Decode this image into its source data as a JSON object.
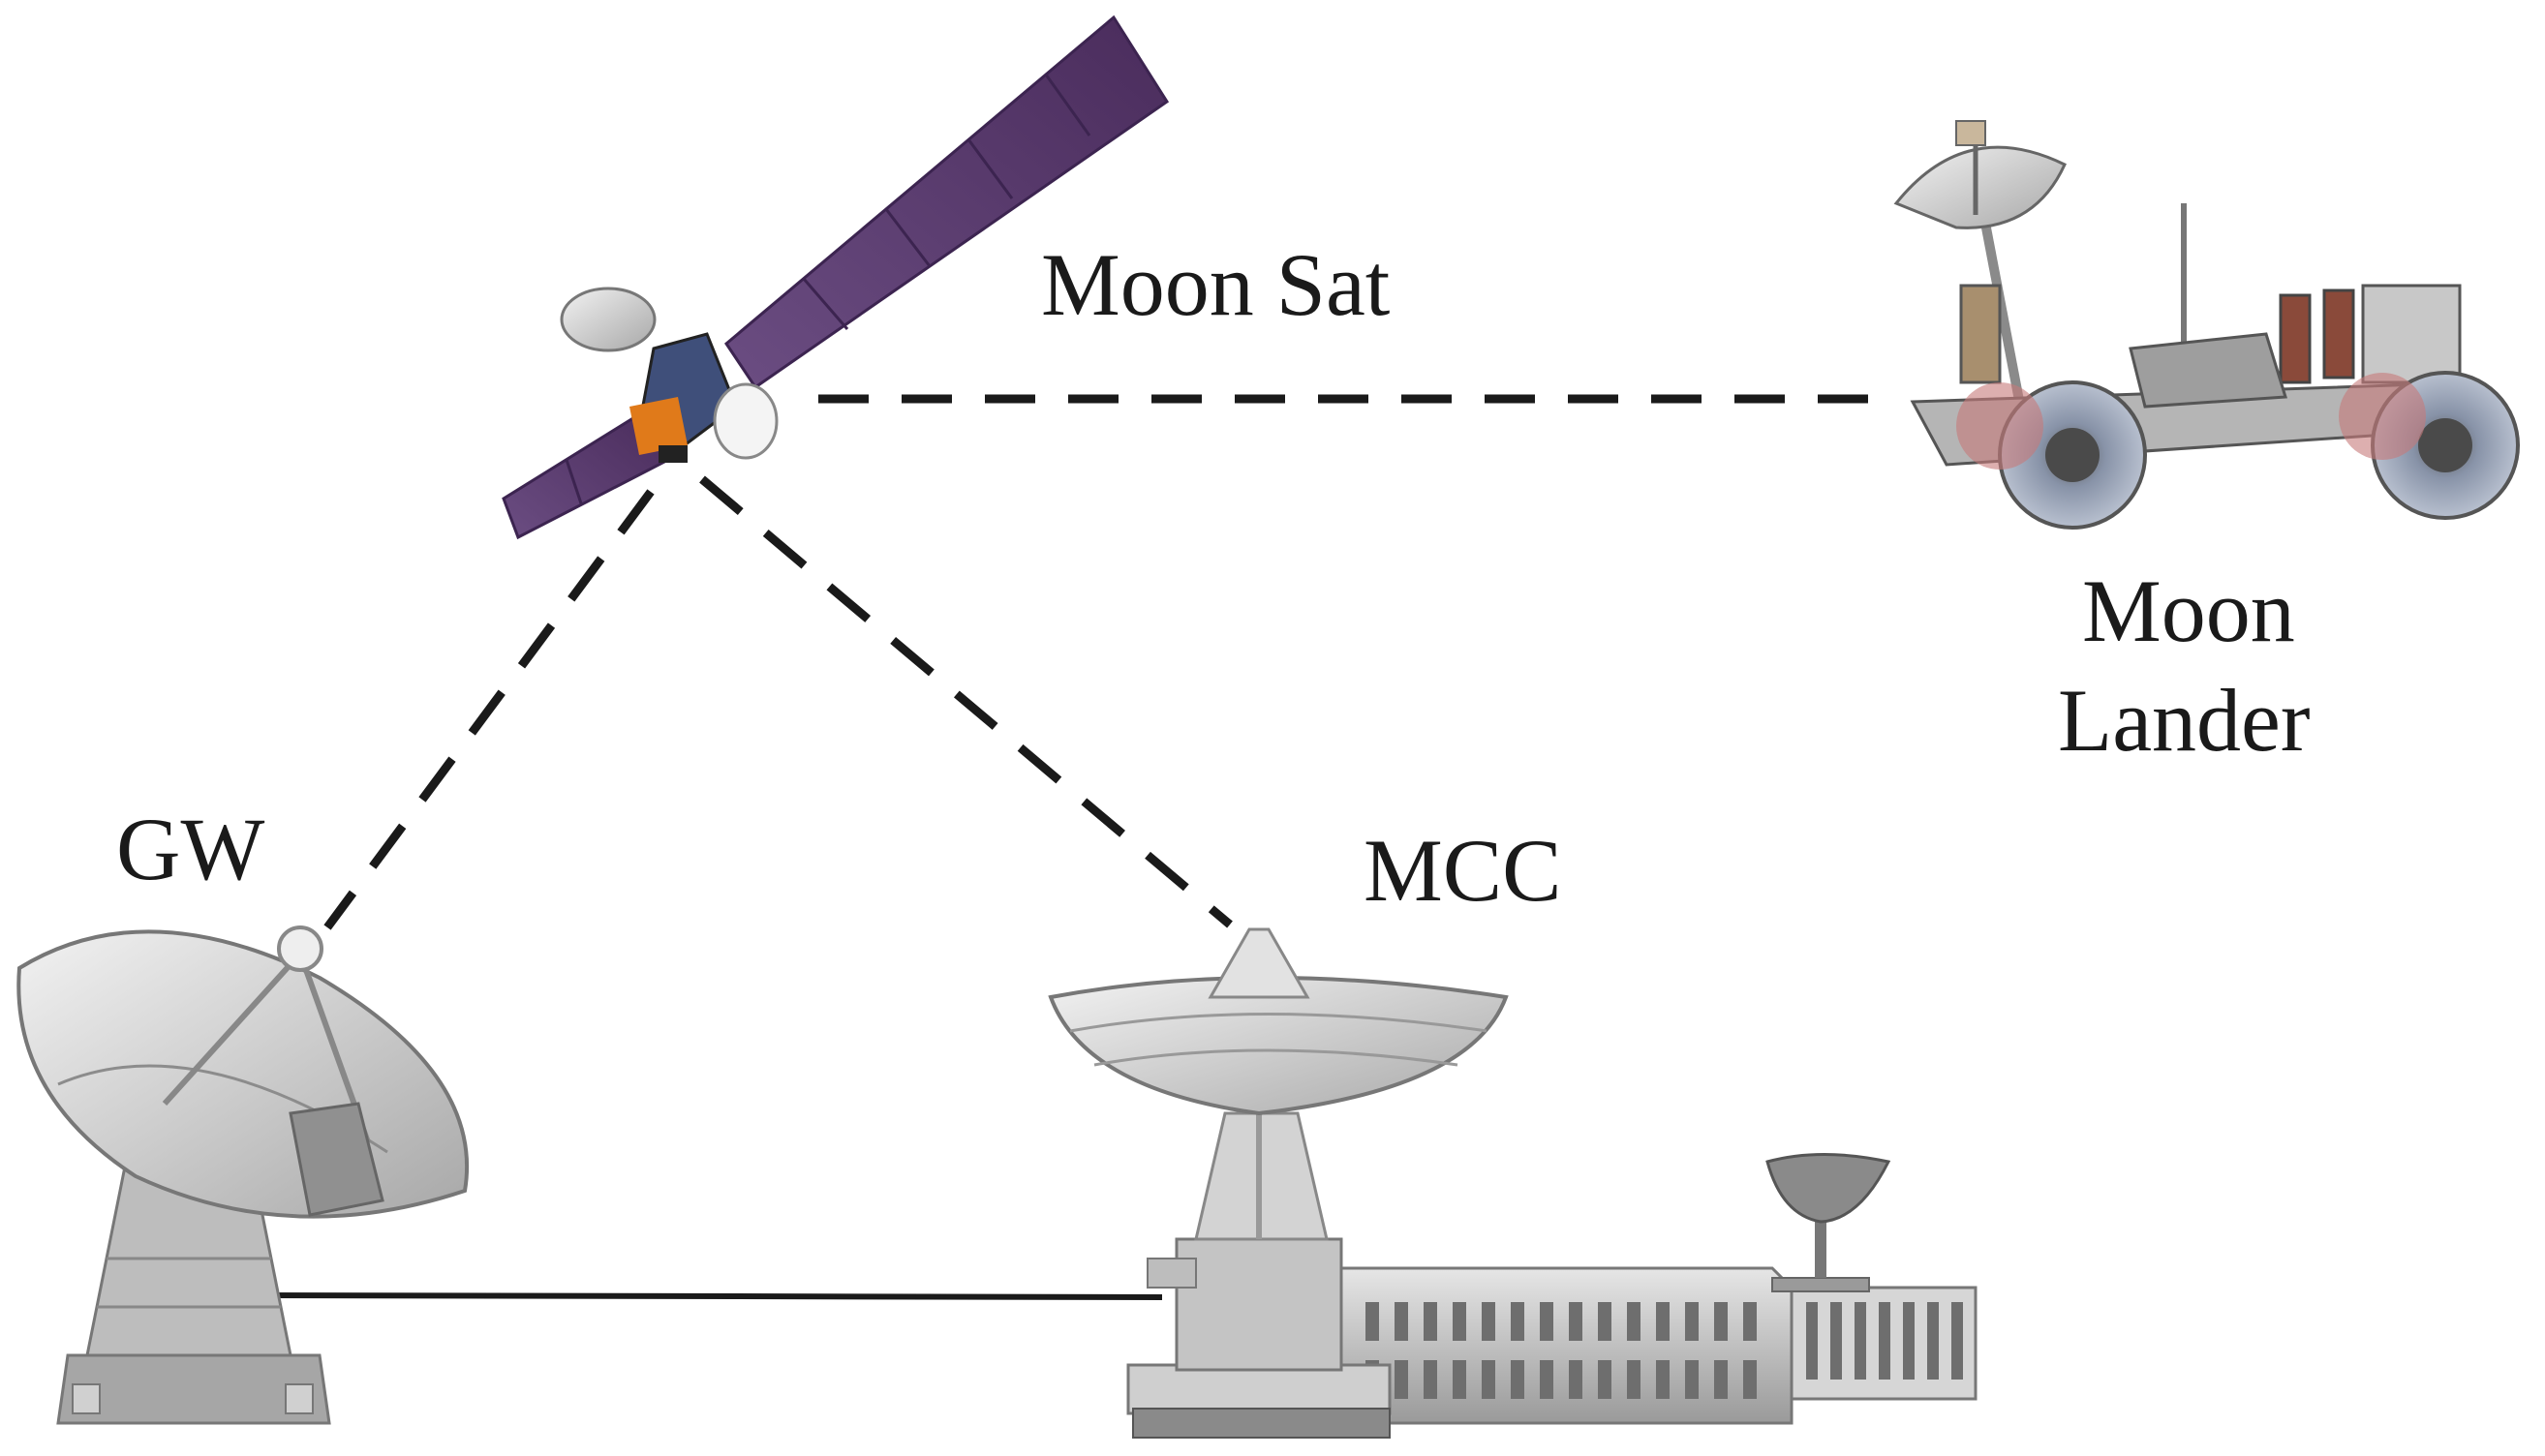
{
  "nodes": {
    "moon_sat": {
      "label": "Moon Sat"
    },
    "moon_lander": {
      "label_line1": "Moon",
      "label_line2": "Lander"
    },
    "gw": {
      "label": "GW"
    },
    "mcc": {
      "label": "MCC"
    }
  },
  "links": [
    {
      "from": "Moon Sat",
      "to": "Moon Lander",
      "style": "dashed"
    },
    {
      "from": "Moon Sat",
      "to": "GW",
      "style": "dashed"
    },
    {
      "from": "Moon Sat",
      "to": "MCC",
      "style": "dashed"
    },
    {
      "from": "GW",
      "to": "MCC",
      "style": "solid"
    }
  ],
  "colors": {
    "link": "#1a1a1a",
    "solar_panel": "#5a3a6e",
    "metal_light": "#d9d9d9",
    "metal_dark": "#8c8c8c",
    "rover_body": "#b5b5b5",
    "wheel": "#7d8aa3"
  }
}
